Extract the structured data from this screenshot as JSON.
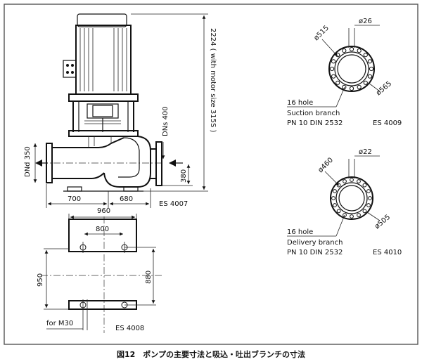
{
  "figure": {
    "caption": "図12　ポンプの主要寸法と吸込・吐出ブランチの寸法",
    "colors": {
      "ink": "#111111",
      "paper": "#ffffff",
      "border": "#555555"
    }
  },
  "pump_elevation": {
    "dim_700": "700",
    "dim_680": "680",
    "dn_inlet": "DNd 350",
    "dn_outlet": "DNs 400",
    "dim_380": "380",
    "dim_height": "2224 ( with motor size 315S )",
    "drawing_no": "ES 4007",
    "arrow_icon": "flow-arrow-icon"
  },
  "pump_base": {
    "dim_960": "960",
    "dim_800": "800",
    "dim_950": "950",
    "dim_880": "880",
    "bolt_note": "for M30",
    "drawing_no": "ES 4008"
  },
  "suction_flange": {
    "dim_hole_dia": "ø26",
    "dim_bolt_circle": "ø515",
    "dim_outer": "ø565",
    "hole_count": "16 hole",
    "branch": "Suction branch",
    "standard": "PN 10 DIN 2532",
    "drawing_no": "ES 4009"
  },
  "delivery_flange": {
    "dim_hole_dia": "ø22",
    "dim_bolt_circle": "ø460",
    "dim_outer": "ø505",
    "hole_count": "16 hole",
    "branch": "Delivery branch",
    "standard": "PN 10 DIN 2532",
    "drawing_no": "ES 4010"
  }
}
